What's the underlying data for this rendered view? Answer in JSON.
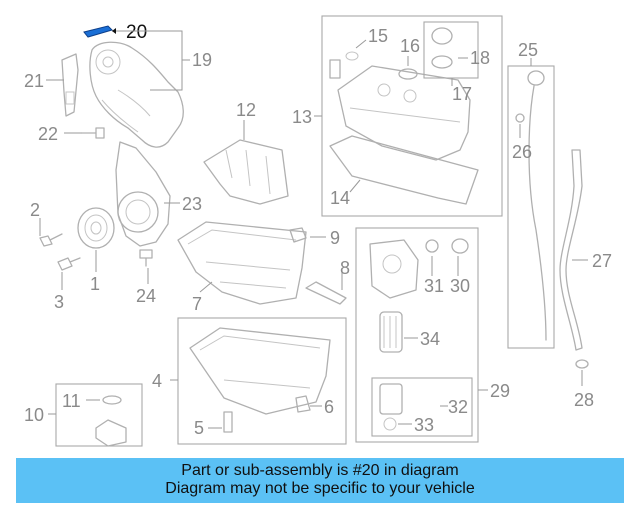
{
  "labels": {
    "c1": "1",
    "c2": "2",
    "c3": "3",
    "c4": "4",
    "c5": "5",
    "c6": "6",
    "c7": "7",
    "c8": "8",
    "c9": "9",
    "c10": "10",
    "c11": "11",
    "c12": "12",
    "c13": "13",
    "c14": "14",
    "c15": "15",
    "c16": "16",
    "c17": "17",
    "c18": "18",
    "c19": "19",
    "c20": "20",
    "c21": "21",
    "c22": "22",
    "c23": "23",
    "c24": "24",
    "c25": "25",
    "c26": "26",
    "c27": "27",
    "c28": "28",
    "c29": "29",
    "c30": "30",
    "c31": "31",
    "c32": "32",
    "c33": "33",
    "c34": "34"
  },
  "highlight": {
    "part": "20",
    "color": "#1a6fd6"
  },
  "banner": {
    "line1": "Part or sub-assembly is #20 in diagram",
    "line2": "Diagram may not be specific to your vehicle",
    "color": "#5bc1f5"
  }
}
